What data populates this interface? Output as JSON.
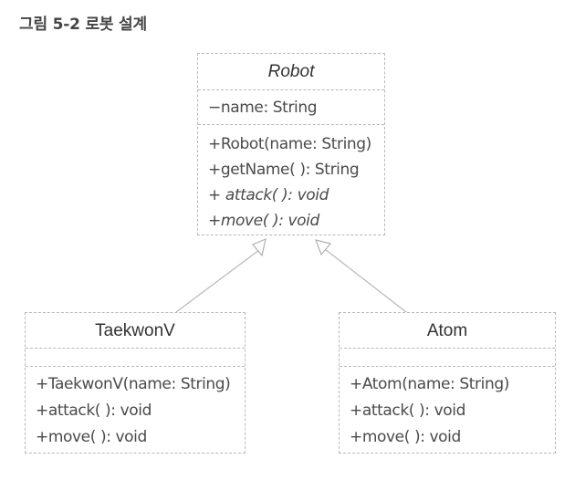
{
  "figure": {
    "title_num": "그림 5-2",
    "title_text": "로봇 설계"
  },
  "classes": {
    "robot": {
      "name": "Robot",
      "attributes": [
        "−name: String"
      ],
      "operations": [
        "+Robot(name: String)",
        "+getName( ): String",
        "+ attack( ): void",
        "+move( ): void"
      ]
    },
    "taekwonv": {
      "name": "TaekwonV",
      "attributes": [],
      "operations": [
        "+TaekwonV(name: String)",
        "+attack( ): void",
        "+move( ): void"
      ]
    },
    "atom": {
      "name": "Atom",
      "attributes": [],
      "operations": [
        "+Atom(name: String)",
        "+attack( ): void",
        "+move( ): void"
      ]
    }
  },
  "relations": [
    {
      "type": "generalization",
      "from": "TaekwonV",
      "to": "Robot"
    },
    {
      "type": "generalization",
      "from": "Atom",
      "to": "Robot"
    }
  ],
  "colors": {
    "line": "#b8b8b8",
    "text": "#4a4a4a"
  }
}
